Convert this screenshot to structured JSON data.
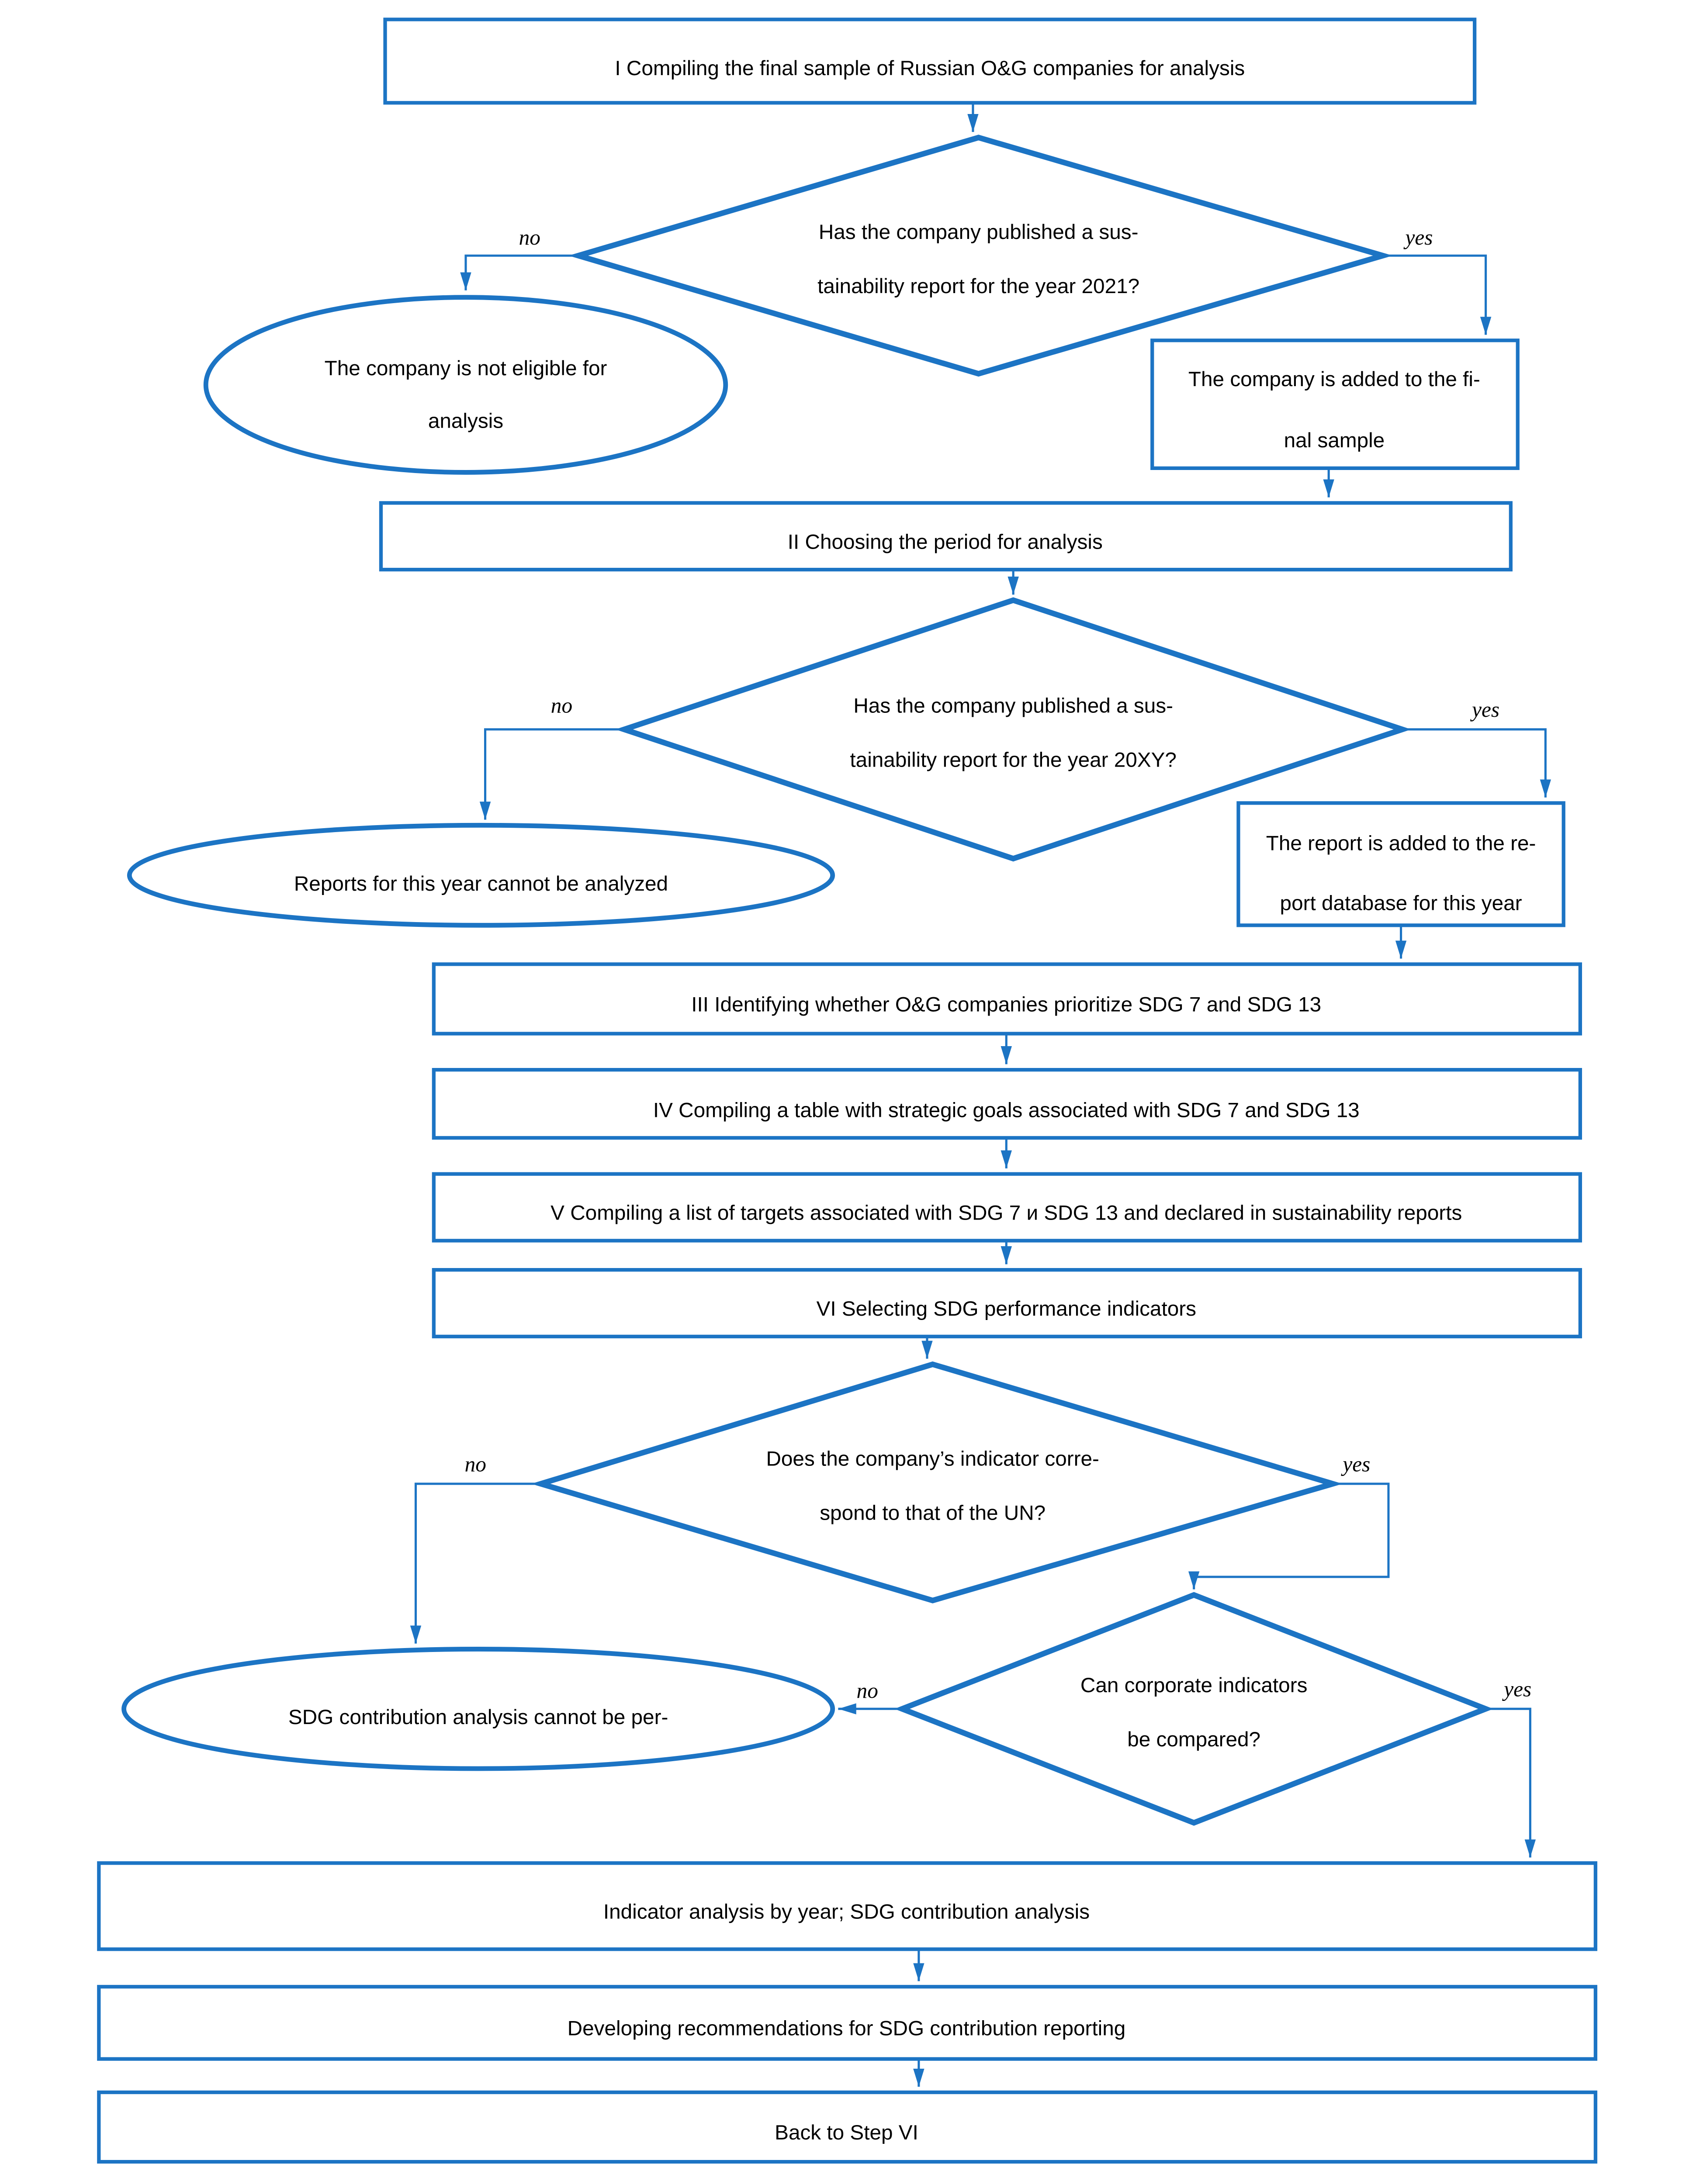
{
  "palette": {
    "line": "#1C74C4",
    "text": "#000000",
    "bg": "#FFFFFF"
  },
  "nodes": {
    "step1": {
      "label": "I Compiling the final sample of Russian O&G companies for analysis"
    },
    "decision1": {
      "line1": "Has the company published a sus-",
      "line2": "tainability report for the year 2021?"
    },
    "ellipse1": {
      "line1": "The company is not eligible for",
      "line2": "analysis"
    },
    "added_sample": {
      "line1": "The company is added to the fi-",
      "line2": "nal sample"
    },
    "step2": {
      "label": "II Choosing the period for analysis"
    },
    "decision2": {
      "line1": "Has the company published a sus-",
      "line2": "tainability report for the year 20XY?"
    },
    "ellipse2": {
      "label": "Reports for this year cannot be analyzed"
    },
    "added_db": {
      "line1": "The report is added to the re-",
      "line2": "port database for this year"
    },
    "step3": {
      "label": "III Identifying whether O&G companies prioritize SDG 7 and SDG 13"
    },
    "step4": {
      "label": "IV Compiling a table with strategic goals associated with SDG 7 and SDG 13"
    },
    "step5": {
      "label": "V Compiling a list of targets associated with SDG 7 и SDG 13 and declared in sustainability reports"
    },
    "step6": {
      "label": "VI Selecting SDG performance indicators"
    },
    "decision3": {
      "line1": "Does the company’s indicator corre-",
      "line2": "spond to that of the UN?"
    },
    "ellipse3": {
      "label": "SDG contribution analysis cannot be per-"
    },
    "decision4": {
      "line1": "Can corporate indicators",
      "line2": "be compared?"
    },
    "analysis": {
      "label": "Indicator analysis by year; SDG contribution analysis"
    },
    "recommendations": {
      "label": "Developing recommendations for SDG contribution reporting"
    },
    "back": {
      "label": "Back to Step VI"
    }
  },
  "branch_labels": {
    "decision1_no": "no",
    "decision1_yes": "yes",
    "decision2_no": "no",
    "decision2_yes": "yes",
    "decision3_no": "no",
    "decision3_yes": "yes",
    "decision4_no": "no",
    "decision4_yes": "yes"
  }
}
